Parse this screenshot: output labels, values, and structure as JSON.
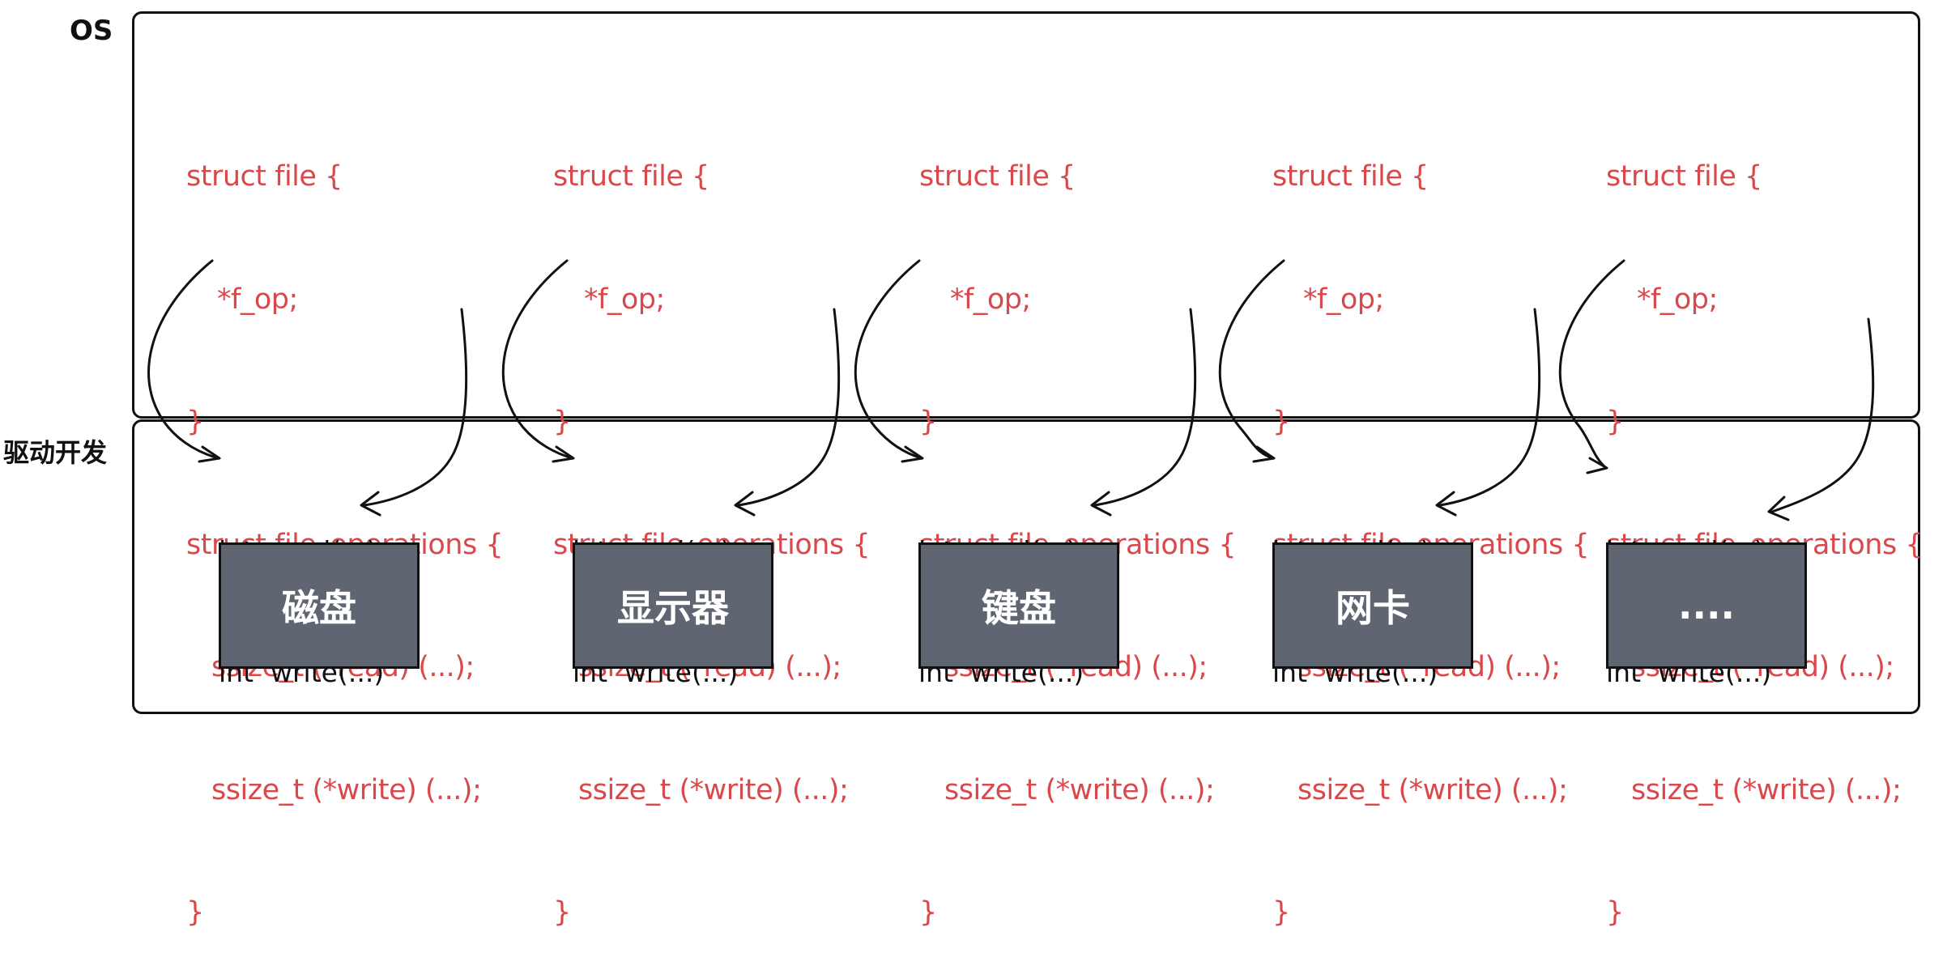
{
  "labels": {
    "os": "OS",
    "driver": "驱动开发"
  },
  "struct_code": {
    "line1": "struct file {",
    "line2": "*f_op;",
    "line3": "}",
    "line4": "struct file_operations {",
    "line5": "ssize_t (*read) (...);",
    "line6": "ssize_t (*write) (...);",
    "line7": "}"
  },
  "driver_functions": {
    "read": "int  read(...)",
    "write": "int  write(...)"
  },
  "devices": [
    {
      "name": "磁盘"
    },
    {
      "name": "显示器"
    },
    {
      "name": "键盘"
    },
    {
      "name": "网卡"
    },
    {
      "name": "...."
    }
  ],
  "colors": {
    "code_text": "#d9484b",
    "device_fill": "#5f6671",
    "device_text": "#ffffff",
    "border": "#111111"
  }
}
